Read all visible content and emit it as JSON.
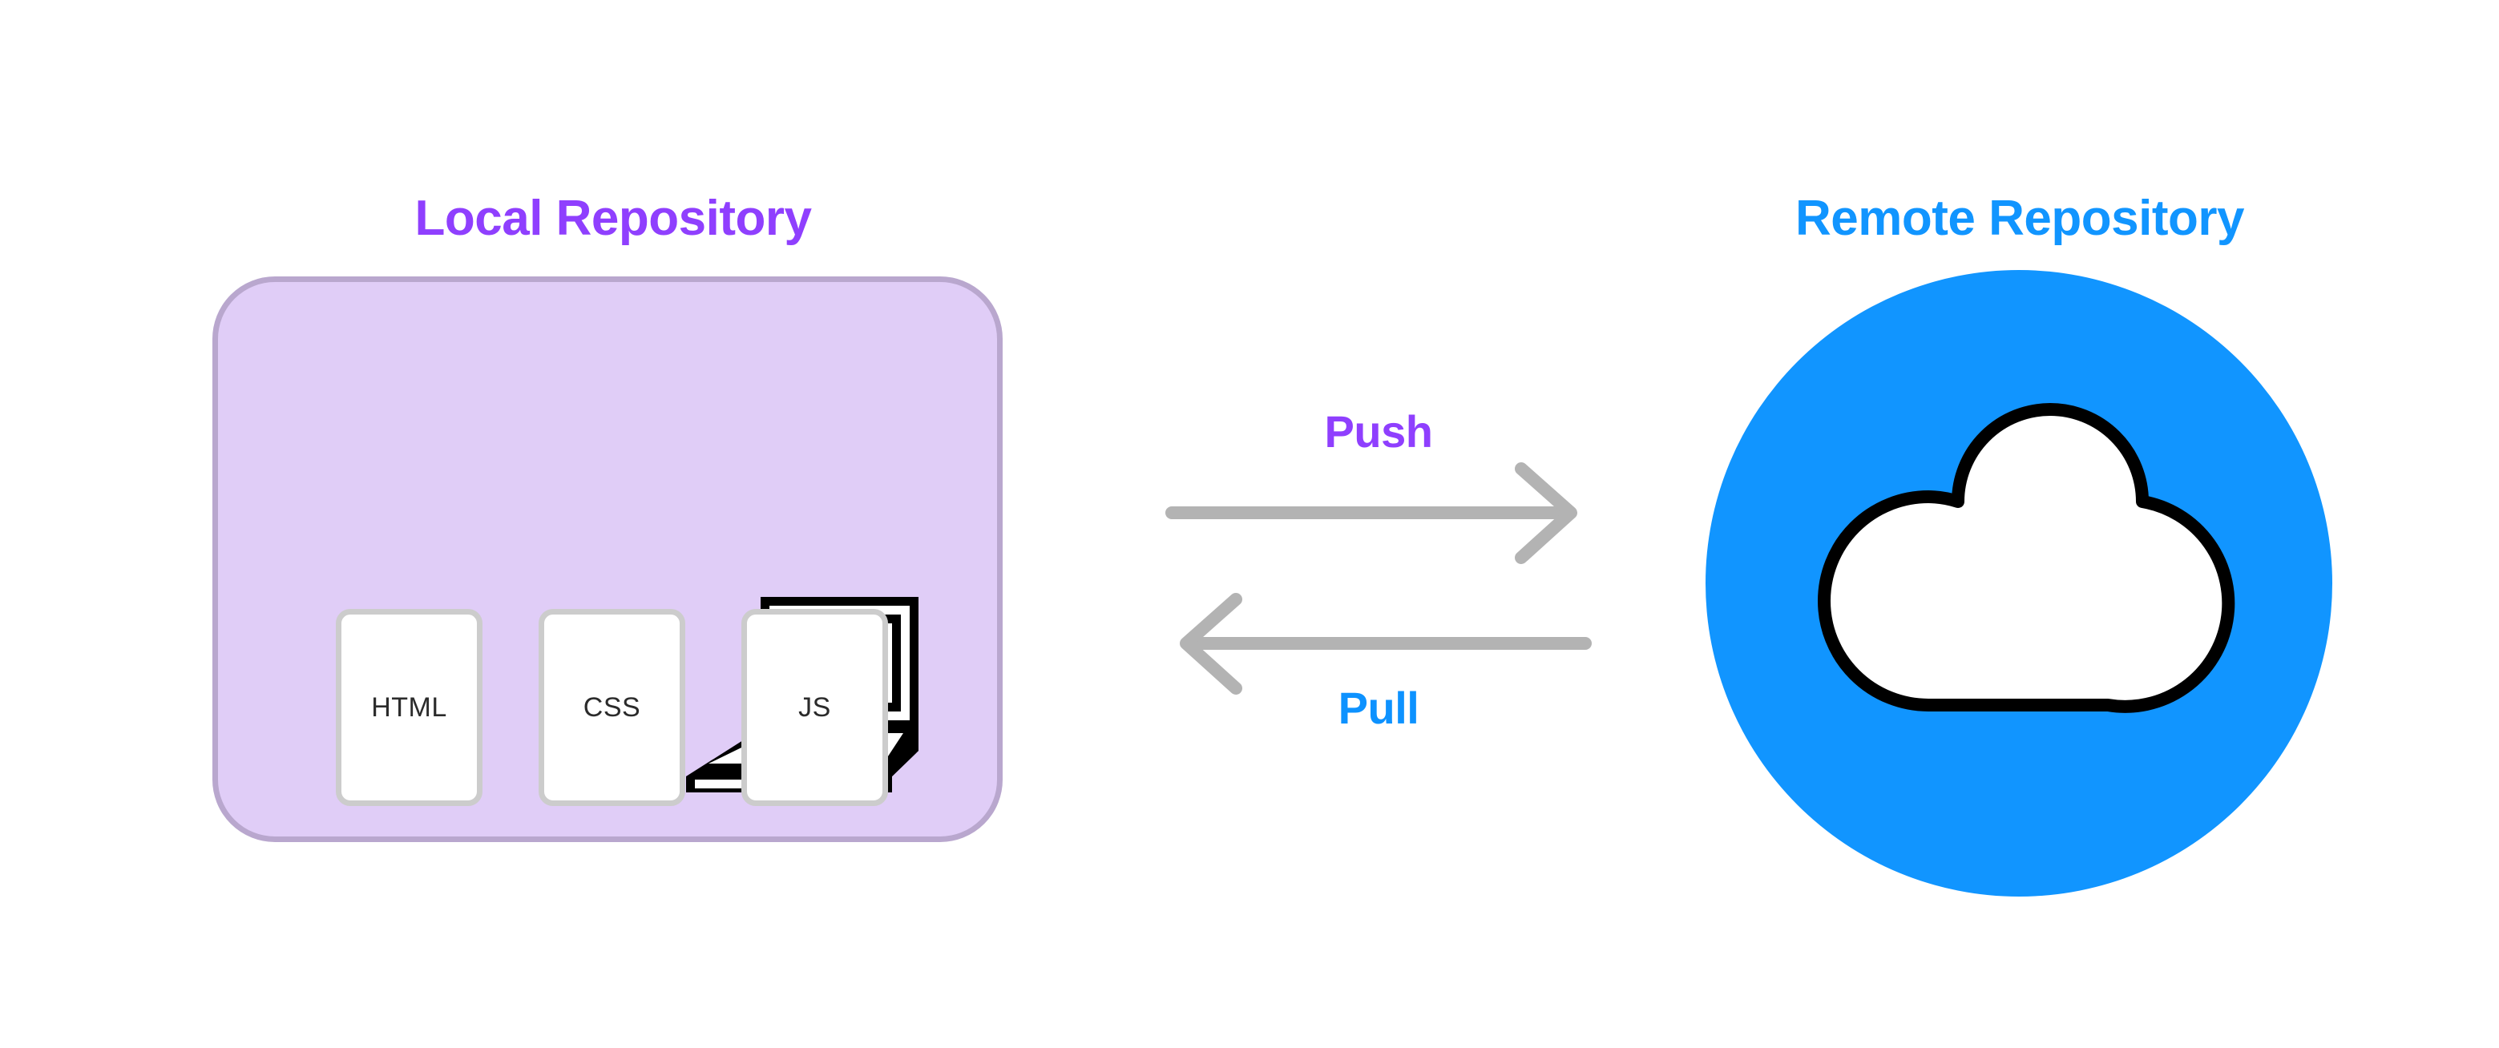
{
  "diagram": {
    "title_left": "Local Repository",
    "title_right": "Remote Repository",
    "local": {
      "label": "Local Repository",
      "icon": "laptop-icon",
      "files": [
        {
          "label": "HTML"
        },
        {
          "label": "CSS"
        },
        {
          "label": "JS"
        }
      ]
    },
    "remote": {
      "label": "Remote Repository",
      "icon": "cloud-icon"
    },
    "arrows": [
      {
        "label": "Push",
        "direction": "right",
        "color": "#8F3FFE"
      },
      {
        "label": "Pull",
        "direction": "left",
        "color": "#0D92FF"
      }
    ],
    "colors": {
      "background": "#FFFFFF",
      "purple_accent": "#8F3FFE",
      "blue_accent": "#1195FF",
      "pull_blue": "#0D92FF",
      "local_box_fill": "#E0CDF7",
      "local_box_border": "#B9A7CE",
      "card_fill": "#FFFFFF",
      "card_border": "#CCCCCC",
      "arrow_gray": "#B3B3B3",
      "icon_outline": "#000000",
      "card_text": "#2B2B2B"
    }
  }
}
